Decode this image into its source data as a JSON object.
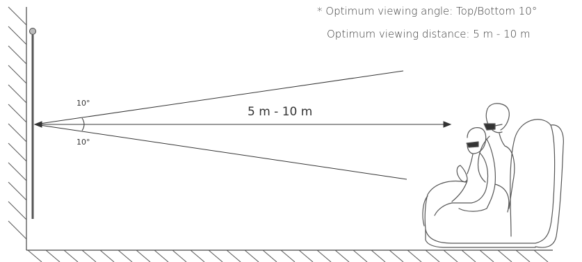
{
  "notes": {
    "angle": "* Optimum viewing angle: Top/Bottom 10°",
    "distance": "Optimum viewing distance: 5 m - 10 m"
  },
  "diagram": {
    "angle_top_label": "10°",
    "angle_bottom_label": "10°",
    "distance_label": "5 m - 10 m"
  },
  "colors": {
    "line": "#333333",
    "hatch": "#444444",
    "figure": "#555555",
    "text": "#333333"
  }
}
